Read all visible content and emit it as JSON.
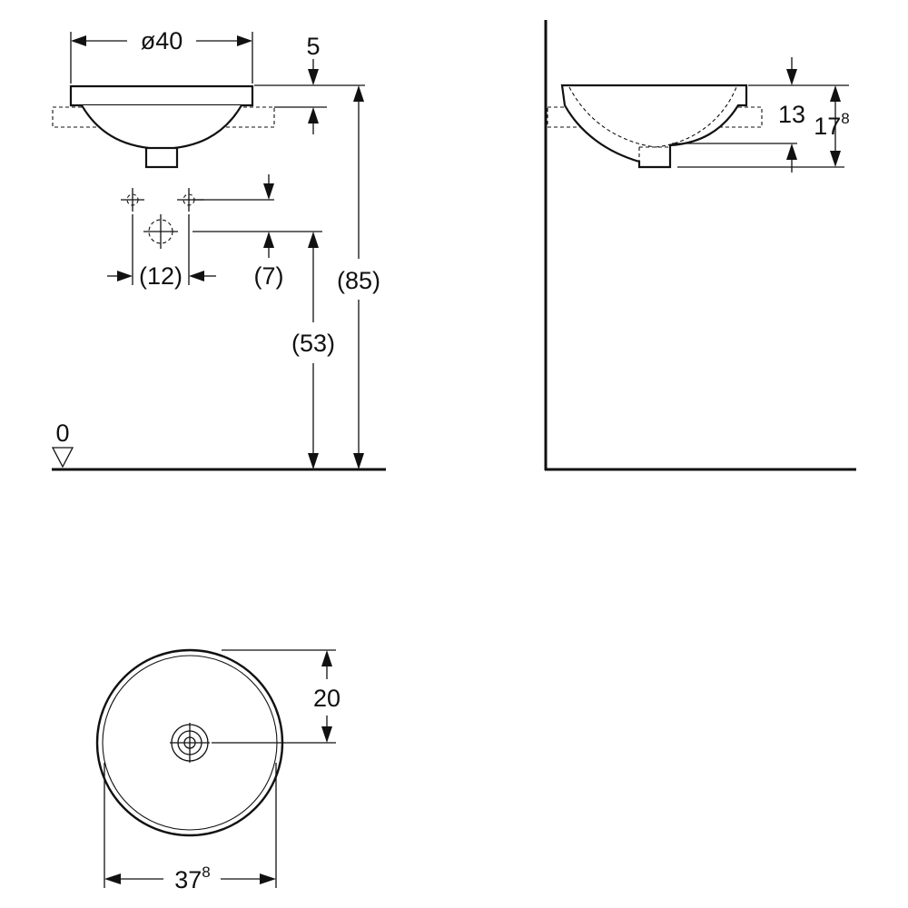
{
  "drawing": {
    "front_view": {
      "width_label": "ø40",
      "rim_label": "5",
      "tap_spacing_label": "(12)",
      "tap_offset_label": "(7)",
      "tap_height_label": "(53)",
      "total_height_label": "(85)",
      "floor_level_label": "0"
    },
    "side_view": {
      "depth_label": "13",
      "height_label_main": "17",
      "height_label_sup": "8"
    },
    "top_view": {
      "drain_offset_label": "20",
      "width_label_main": "37",
      "width_label_sup": "8"
    }
  }
}
